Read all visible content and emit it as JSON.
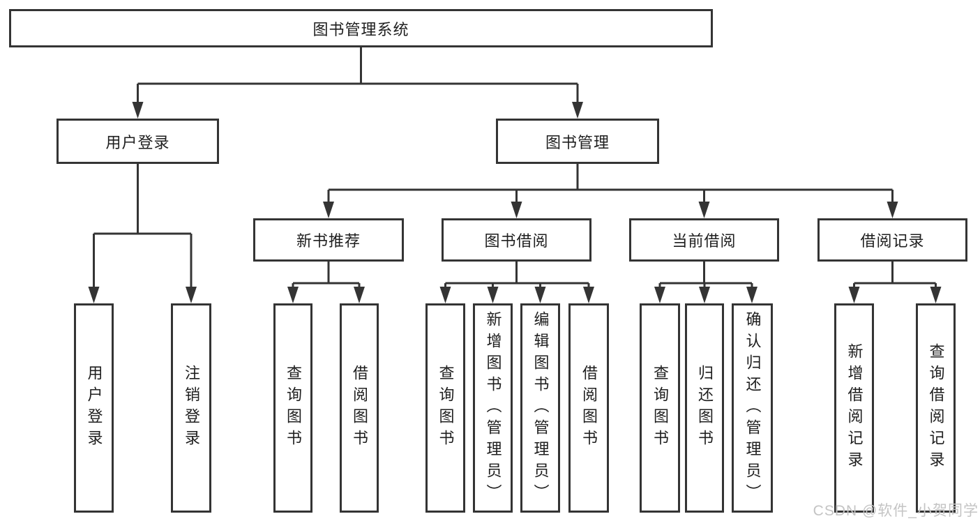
{
  "diagram_title": "图书管理系统",
  "tree": {
    "root": "图书管理系统",
    "user_login": {
      "label": "用户登录",
      "children": [
        "用户登录",
        "注销登录"
      ]
    },
    "book_mgmt": {
      "label": "图书管理",
      "children": [
        {
          "label": "新书推荐",
          "children": [
            "查询图书",
            "借阅图书"
          ]
        },
        {
          "label": "图书借阅",
          "children": [
            "查询图书",
            "新增图书（管理员）",
            "编辑图书（管理员）",
            "借阅图书"
          ]
        },
        {
          "label": "当前借阅",
          "children": [
            "查询图书",
            "归还图书",
            "确认归还（管理员）"
          ]
        },
        {
          "label": "借阅记录",
          "children": [
            "新增借阅记录",
            "查询借阅记录"
          ]
        }
      ]
    }
  },
  "watermark": "CSDN @软件_小贺同学",
  "colors": {
    "line": "#343434",
    "box_border": "#343434",
    "text": "#1e1e1e",
    "watermark": "#c4c4c4",
    "background": "#ffffff"
  }
}
